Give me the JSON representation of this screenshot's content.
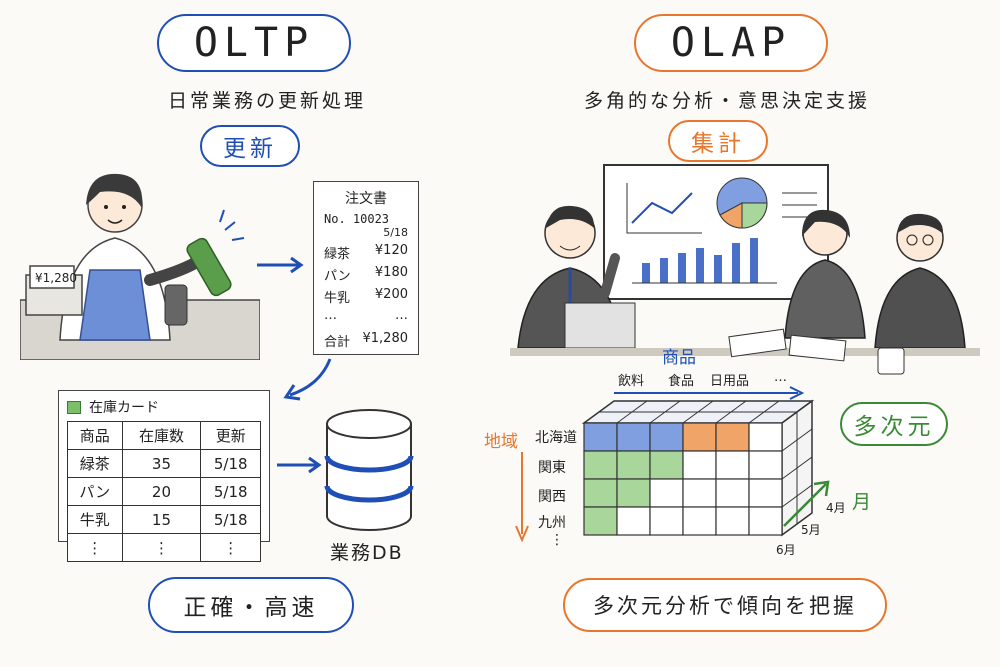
{
  "oltp": {
    "title": "OLTP",
    "subtitle": "日常業務の更新処理",
    "tag": "更新",
    "register_price": "¥1,280",
    "order": {
      "title": "注文書",
      "number": "No. 10023",
      "date": "5/18",
      "rows": [
        {
          "item": "緑茶",
          "price": "¥120"
        },
        {
          "item": "パン",
          "price": "¥180"
        },
        {
          "item": "牛乳",
          "price": "¥200"
        }
      ],
      "ellipsis": "…",
      "total_label": "合計",
      "total": "¥1,280"
    },
    "inventory": {
      "title": "在庫カード",
      "headers": [
        "商品",
        "在庫数",
        "更新"
      ],
      "rows": [
        [
          "緑茶",
          "35",
          "5/18"
        ],
        [
          "パン",
          "20",
          "5/18"
        ],
        [
          "牛乳",
          "15",
          "5/18"
        ],
        [
          "⋮",
          "⋮",
          "⋮"
        ]
      ]
    },
    "db_label": "業務DB",
    "footer": "正確・高速"
  },
  "olap": {
    "title": "OLAP",
    "subtitle": "多角的な分析・意思決定支援",
    "tag": "集計",
    "product_label": "商品",
    "products": [
      "飲料",
      "食品",
      "日用品",
      "…"
    ],
    "region_label": "地域",
    "regions": [
      "北海道",
      "関東",
      "関西",
      "九州",
      "⋮"
    ],
    "month_label": "月",
    "months": [
      "4月",
      "5月",
      "6月"
    ],
    "dimension_tag": "多次元",
    "footer": "多次元分析で傾向を把握"
  },
  "colors": {
    "oltp_blue": "#1f4fb5",
    "olap_orange": "#e8772e",
    "green": "#3a8a35",
    "cube_blue": "#7f9fe0",
    "cube_orange": "#f0a467",
    "cube_green": "#a9d69a"
  }
}
